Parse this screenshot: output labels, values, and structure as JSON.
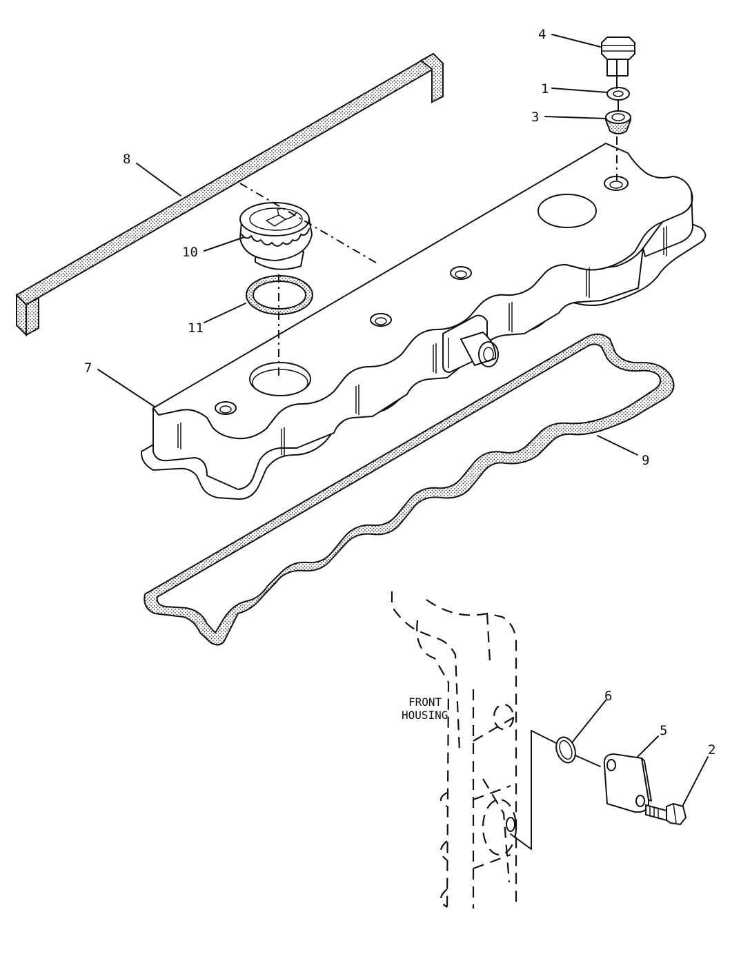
{
  "callouts": [
    {
      "id": "c4",
      "text": "4"
    },
    {
      "id": "c1",
      "text": "1"
    },
    {
      "id": "c3",
      "text": "3"
    },
    {
      "id": "c8",
      "text": "8"
    },
    {
      "id": "c10",
      "text": "10"
    },
    {
      "id": "c11",
      "text": "11"
    },
    {
      "id": "c7",
      "text": "7"
    },
    {
      "id": "c9",
      "text": "9"
    },
    {
      "id": "c6",
      "text": "6"
    },
    {
      "id": "c5",
      "text": "5"
    },
    {
      "id": "c2",
      "text": "2"
    }
  ],
  "front_housing_label": [
    "FRONT",
    "HOUSING"
  ],
  "colors": {
    "ink": "#111111",
    "paper": "#ffffff"
  },
  "icons": [
    "oil-can-icon"
  ]
}
